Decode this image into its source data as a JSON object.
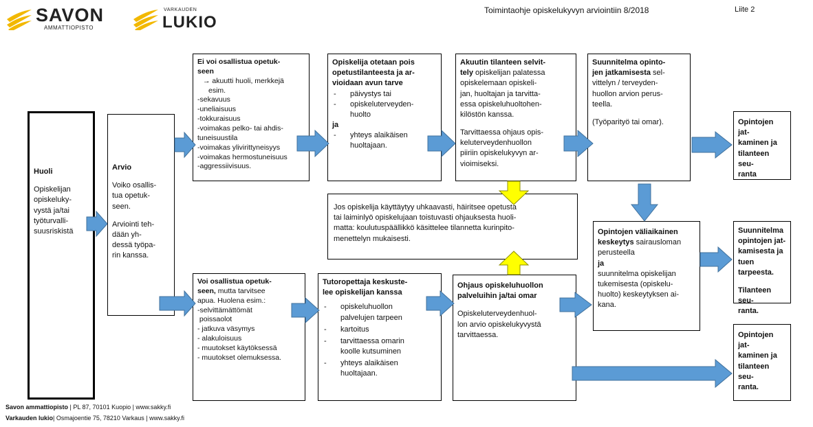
{
  "header": {
    "logo1": {
      "name": "SAVON",
      "sub": "AMMATTIOPISTO"
    },
    "logo2": {
      "small": "VARKAUDEN",
      "name": "LUKIO"
    },
    "title": "Toimintaohje opiskelukyvyn arviointiin 8/2018",
    "attachment": "Liite 2"
  },
  "boxes": {
    "huoli": {
      "title": "Huoli",
      "lines": [
        "Opiskelijan",
        "opiskeluky-",
        "vystä ja/tai",
        "työturvalli-",
        "suusriskistä"
      ]
    },
    "arvio": {
      "title": "Arvio",
      "p1": [
        "Voiko osallis-",
        "tua opetuk-",
        "seen."
      ],
      "p2": [
        "Arviointi teh-",
        "dään yh-",
        "dessä työpa-",
        "rin kanssa."
      ]
    },
    "ei_voi": {
      "title": [
        "Ei voi osallistua opetuk-",
        "seen"
      ],
      "arrow_line": "→ akuutti huoli, merkkejä",
      "esim": "esim.",
      "items": [
        "-sekavuus",
        "-uneliaisuus",
        "-tokkuraisuus",
        "-voimakas pelko- tai ahdis-",
        "tuneisuustila",
        "-voimakas ylivirittyneisyys",
        "-voimakas hermostuneisuus",
        "-aggressiivisuus."
      ]
    },
    "otetaan": {
      "title": [
        "Opiskelija otetaan pois",
        "opetustilanteesta ja ar-",
        "vioidaan avun tarve"
      ],
      "items": [
        "päivystys tai",
        "opiskeluterveyden-",
        "huolto"
      ],
      "ja": "ja",
      "items2": [
        "yhteys alaikäisen",
        "huoltajaan."
      ]
    },
    "akuutin": {
      "title": [
        "Akuutin tilanteen selvit-",
        "tely"
      ],
      "lines": [
        " opiskelijan palatessa",
        "opiskelemaan opiskeli-",
        "jan, huoltajan ja tarvitta-",
        "essa opiskeluhuoltohen-",
        "kilöstön kanssa."
      ],
      "lines2": [
        "Tarvittaessa ohjaus opis-",
        "keluterveydenhuollon",
        "piiriin opiskelukyvyn ar-",
        "vioimiseksi."
      ]
    },
    "suunnitelma1": {
      "title": [
        "Suunnitelma opinto-",
        "jen jatkamisesta"
      ],
      "lines": [
        " sel-",
        "vittelyn / terveyden-",
        "huollon arvion perus-",
        "teella."
      ],
      "note": "(Työparityö tai omar)."
    },
    "jatkaminen1": {
      "lines": [
        "Opintojen jat-",
        "kaminen ja",
        "tilanteen seu-",
        "ranta"
      ]
    },
    "uhkaavasti": {
      "lines": [
        "Jos opiskelija käyttäytyy uhkaavasti, häiritsee opetusta",
        "tai laiminlyö opiskelujaan toistuvasti ohjauksesta huoli-",
        "matta: koulutuspäällikkö käsittelee tilannetta kurinpito-",
        "menettelyn mukaisesti."
      ]
    },
    "voi": {
      "title": "Voi osallistua opetuk-",
      "title2a": "seen,",
      "title2b": " mutta tarvitsee",
      "lines": [
        "apua. Huolena esim.:"
      ],
      "items": [
        "-selvittämättömät",
        " poissaolot",
        "- jatkuva väsymys",
        "- alakuloisuus",
        "- muutokset käytöksessä",
        "- muutokset olemuksessa."
      ]
    },
    "tutor": {
      "title": [
        "Tutoropettaja keskuste-",
        "lee opiskelijan kanssa"
      ],
      "items": [
        [
          "opiskeluhuollon",
          "palvelujen tarpeen"
        ],
        [
          "kartoitus"
        ],
        [
          "tarvittaessa omarin",
          "koolle kutsuminen"
        ],
        [
          "yhteys alaikäisen",
          "huoltajaan."
        ]
      ]
    },
    "ohjaus": {
      "title": [
        "Ohjaus opiskeluhuollon",
        "palveluihin ja/tai omar"
      ],
      "lines": [
        "Opiskeluterveydenhuol-",
        "lon arvio opiskelukyvystä",
        "tarvittaessa."
      ]
    },
    "valiaikainen": {
      "title": [
        "Opintojen väliaikainen",
        "keskeytys"
      ],
      "t2": " sairausloman",
      "l1": "perusteella",
      "ja": "ja",
      "lines": [
        "suunnitelma opiskelijan",
        "tukemisesta (opiskelu-",
        "huolto) keskeytyksen ai-",
        "kana."
      ]
    },
    "suunnitelma2": {
      "title": [
        "Suunnitelma",
        "opintojen jat-",
        "kamisesta ja",
        "tuen tarpeesta."
      ],
      "t2": [
        "Tilanteen seu-",
        "ranta."
      ]
    },
    "jatkaminen2": {
      "lines": [
        "Opintojen jat-",
        "kaminen ja",
        "tilanteen seu-",
        "ranta."
      ]
    }
  },
  "footer": {
    "line1_bold": "Savon ammattiopisto",
    "line1_rest": " | PL 87, 70101 Kuopio | www.sakky.fi",
    "line2_bold": "Varkauden lukio",
    "line2_rest": "| Osmajoentie 75, 78210 Varkaus | www.sakky.fi"
  },
  "colors": {
    "blue_arrow": "#5b9bd5",
    "yellow_arrow": "#ffff00",
    "logo_gold": "#f2b800"
  }
}
